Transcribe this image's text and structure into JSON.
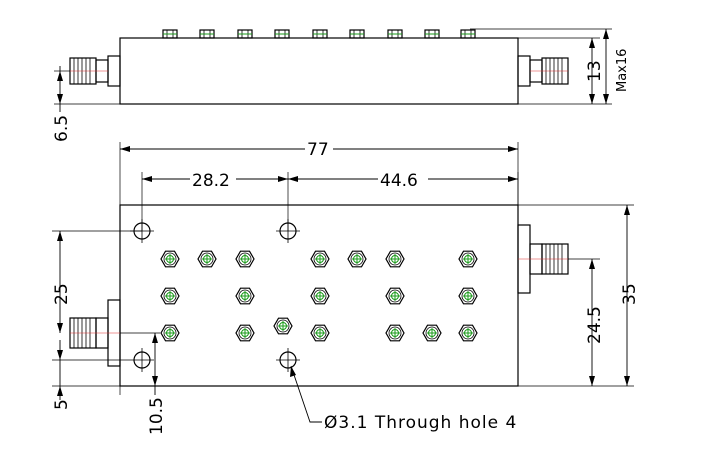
{
  "dimensions": {
    "top_view_offset": "6.5",
    "top_view_height": "13",
    "top_view_max": "Max16",
    "overall_length": "77",
    "hole_left_span": "28.2",
    "hole_right_span": "44.6",
    "left_connector_height": "25",
    "right_connector_height": "24.5",
    "overall_height": "35",
    "bottom_offset": "5",
    "hole_edge_offset": "10.5"
  },
  "note": "Ø3.1 Through hole 4",
  "colors": {
    "outline": "#000000",
    "centerline": "#e03030",
    "tuning_screw": "#1a9a1a"
  }
}
